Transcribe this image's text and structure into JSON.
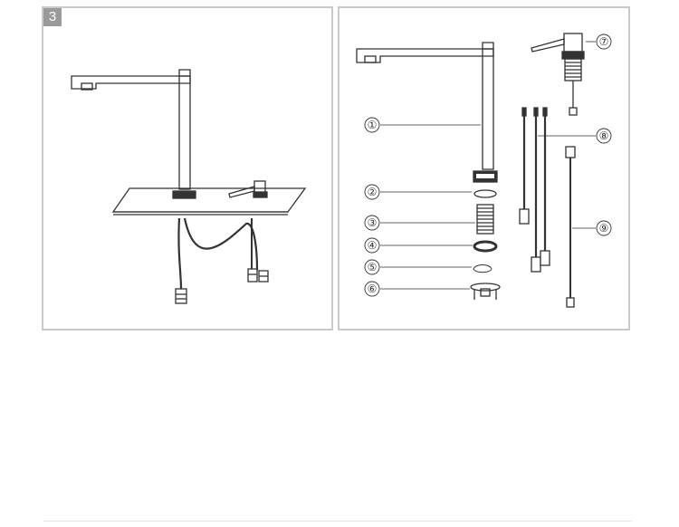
{
  "step_number": "3",
  "parts": [
    {
      "id": 1,
      "label": "①"
    },
    {
      "id": 2,
      "label": "②"
    },
    {
      "id": 3,
      "label": "③"
    },
    {
      "id": 4,
      "label": "④"
    },
    {
      "id": 5,
      "label": "⑤"
    },
    {
      "id": 6,
      "label": "⑥"
    },
    {
      "id": 7,
      "label": "⑦"
    },
    {
      "id": 8,
      "label": "⑧"
    },
    {
      "id": 9,
      "label": "⑨"
    }
  ],
  "colors": {
    "panel_border": "#c9c9c9",
    "badge": "#9a9a9a",
    "line": "#333333"
  }
}
